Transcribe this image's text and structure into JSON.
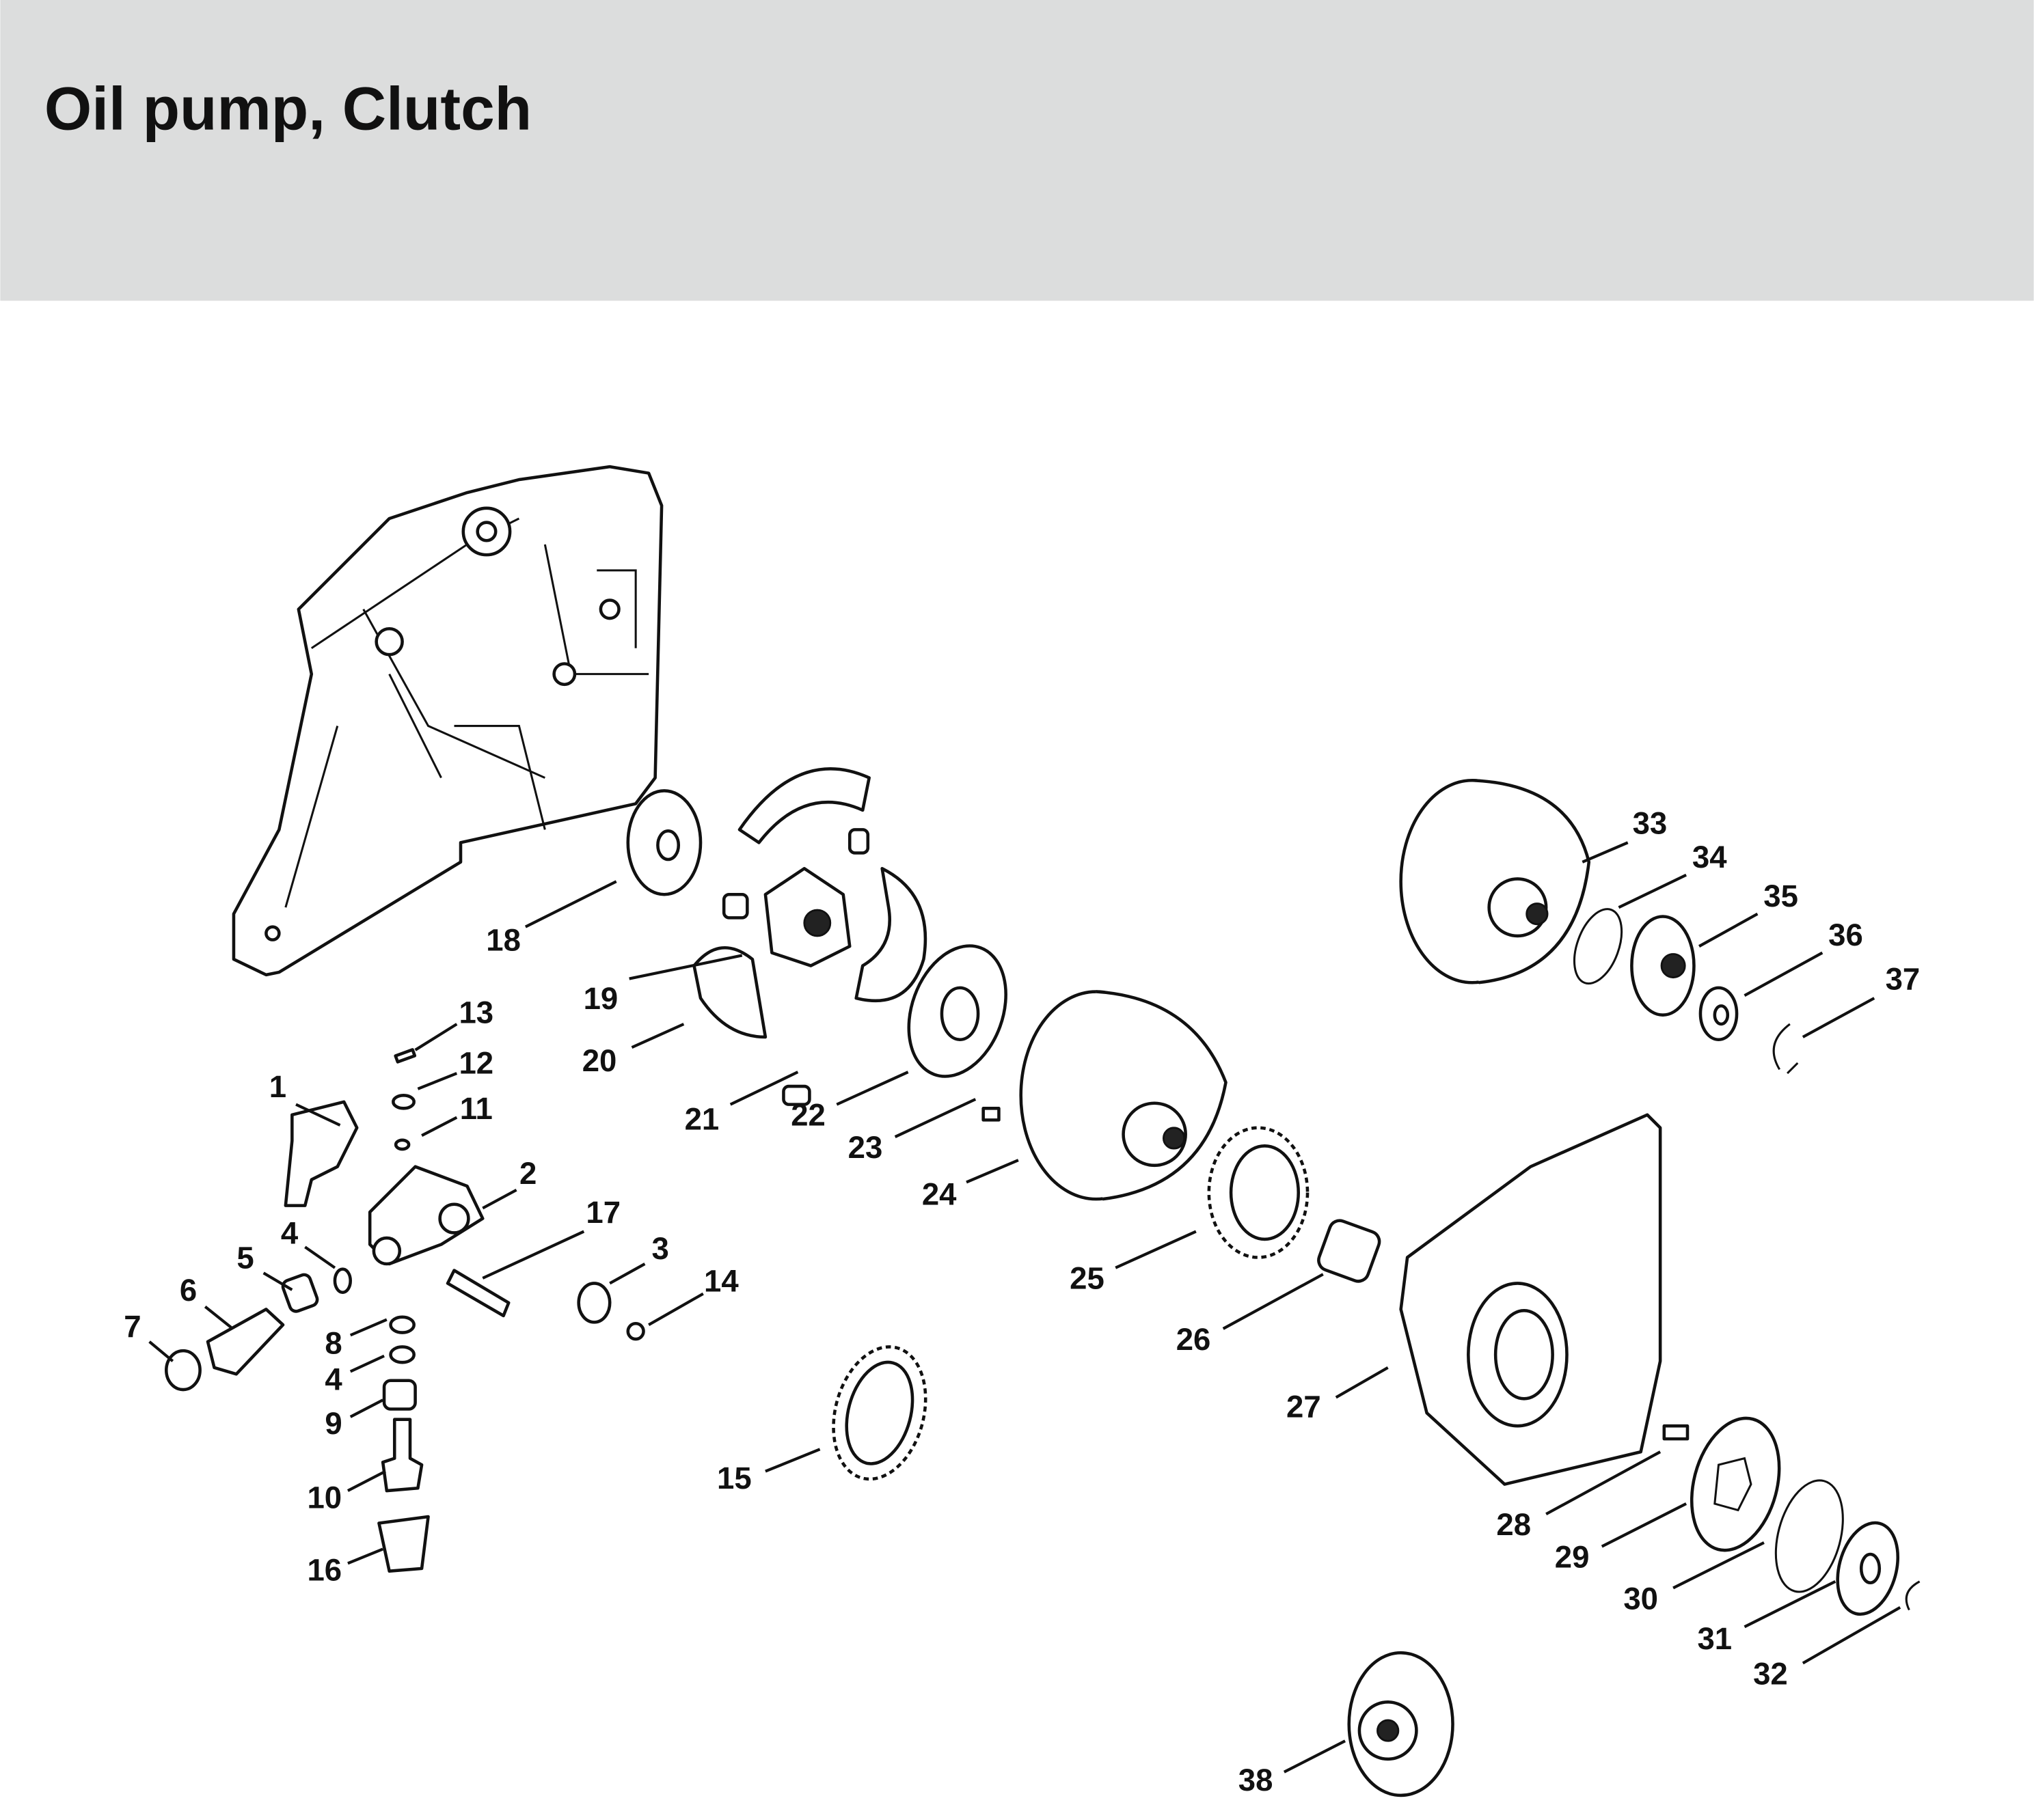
{
  "header": {
    "title": "Oil pump, Clutch",
    "background": "#dcdddd"
  },
  "callouts": [
    "1",
    "2",
    "3",
    "4",
    "4",
    "5",
    "6",
    "7",
    "8",
    "9",
    "10",
    "11",
    "12",
    "13",
    "14",
    "15",
    "16",
    "17",
    "18",
    "19",
    "20",
    "21",
    "22",
    "23",
    "24",
    "25",
    "26",
    "27",
    "28",
    "29",
    "30",
    "31",
    "32",
    "33",
    "34",
    "35",
    "36",
    "37",
    "38"
  ]
}
